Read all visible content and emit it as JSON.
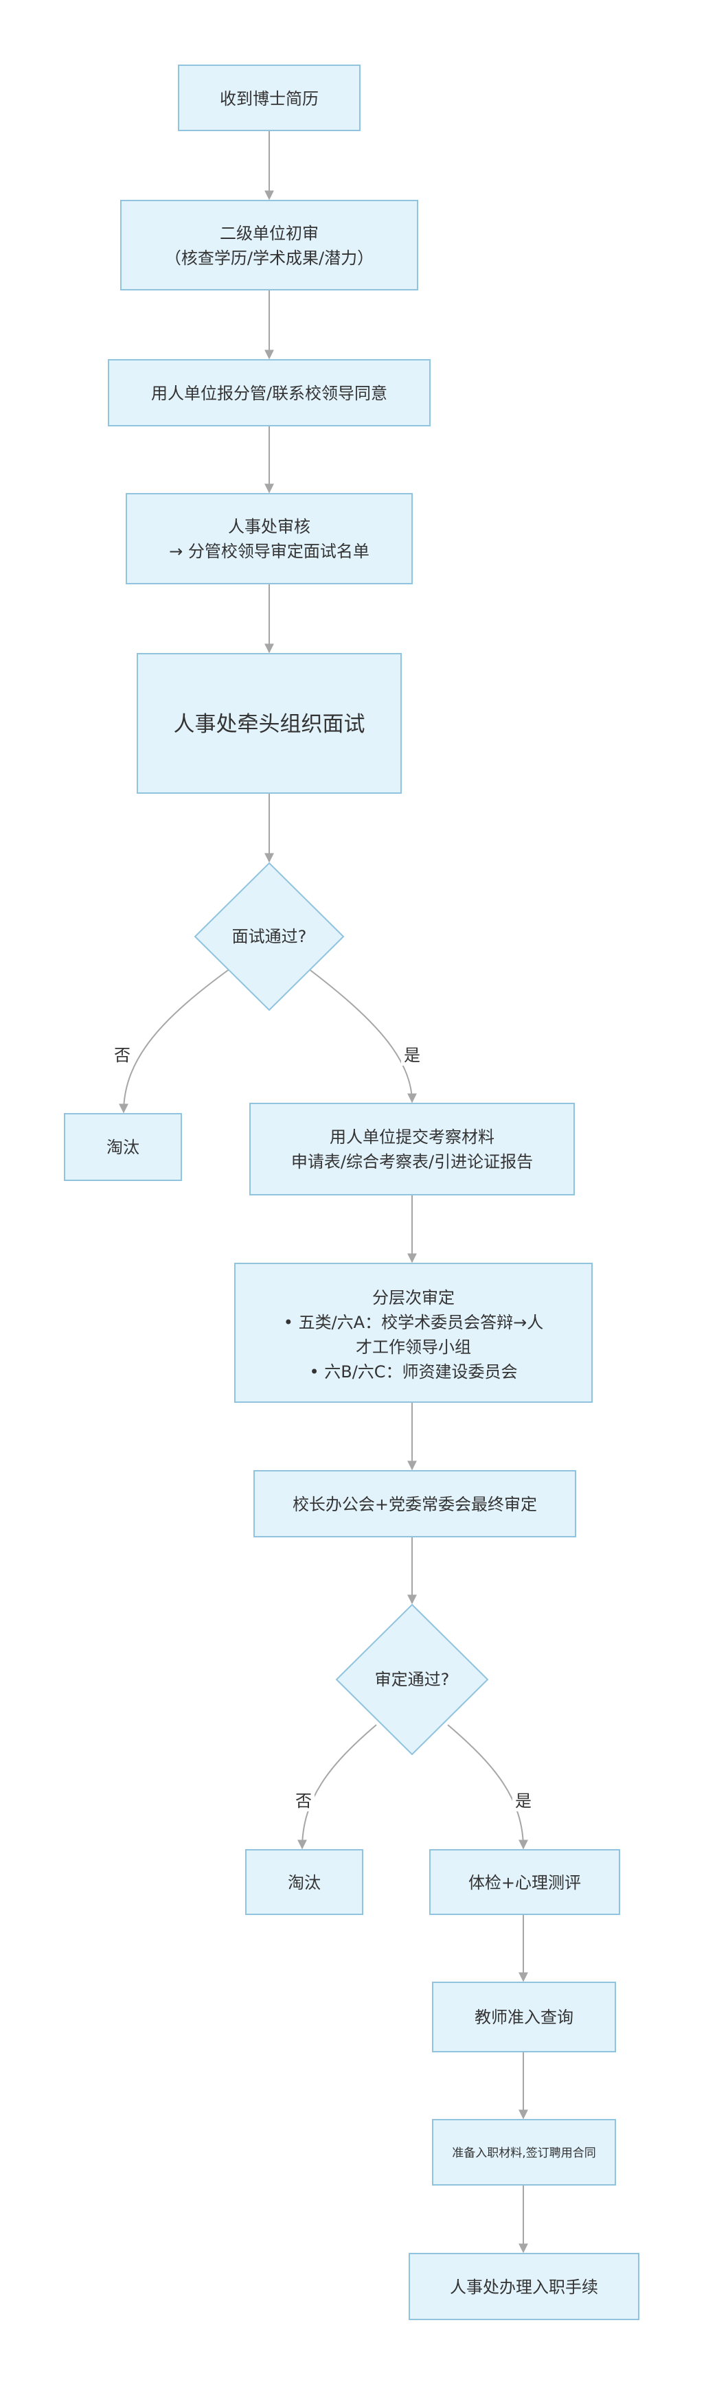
{
  "diagram": {
    "nodes": {
      "receive_resume": "收到博士简历",
      "secondary_review_line1": "二级单位初审",
      "secondary_review_line2": "（核查学历/学术成果/潜力）",
      "leader_approval": "用人单位报分管/联系校领导同意",
      "hr_review_line1": "人事处审核",
      "hr_review_line2": "→ 分管校领导审定面试名单",
      "hr_interview": "人事处牵头组织面试",
      "interview_decision": "面试通过?",
      "eliminate_1": "淘汰",
      "submit_materials_line1": "用人单位提交考察材料",
      "submit_materials_line2": "申请表/综合考察表/引进论证报告",
      "tiered_review_line1": "分层次审定",
      "tiered_review_line2": "• 五类/六A：校学术委员会答辩→人",
      "tiered_review_line3": "才工作领导小组",
      "tiered_review_line4": "• 六B/六C：师资建设委员会",
      "final_review": "校长办公会+党委常委会最终审定",
      "review_decision": "审定通过?",
      "eliminate_2": "淘汰",
      "medical_check": "体检+心理测评",
      "teacher_query": "教师准入查询",
      "prepare_docs": "准备入职材料,签订聘用合同",
      "onboarding": "人事处办理入职手续"
    },
    "edge_labels": {
      "interview_no": "否",
      "interview_yes": "是",
      "review_no": "否",
      "review_yes": "是"
    },
    "colors": {
      "node_fill": "#e3f3fc",
      "node_stroke": "#8fc3de",
      "edge": "#a6a6a6",
      "text": "#333333"
    }
  }
}
